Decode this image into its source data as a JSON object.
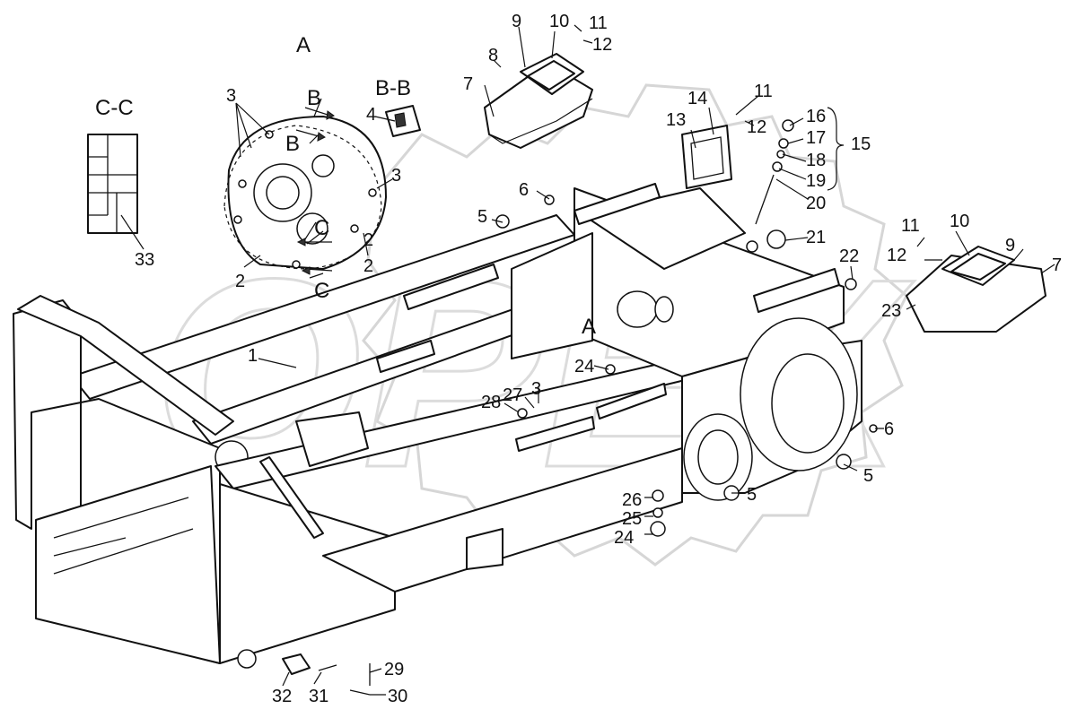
{
  "view_titles": {
    "detail_a": "A",
    "section_bb": "B-B",
    "section_cc": "C-C"
  },
  "section_marks": {
    "b_upper": "B",
    "b_lower": "B",
    "c_upper": "C",
    "c_lower": "C",
    "a_pointer": "A"
  },
  "callouts": {
    "p1": "1",
    "p2a": "2",
    "p2b": "2",
    "p2c": "2",
    "p3a": "3",
    "p3b": "3",
    "p3c": "3",
    "p4": "4",
    "p5a": "5",
    "p5b": "5",
    "p5c": "5",
    "p6a": "6",
    "p6b": "6",
    "p7a": "7",
    "p7b": "7",
    "p8": "8",
    "p9a": "9",
    "p9b": "9",
    "p10a": "10",
    "p10b": "10",
    "p11a": "11",
    "p11b": "11",
    "p11c": "11",
    "p12a": "12",
    "p12b": "12",
    "p12c": "12",
    "p13": "13",
    "p14": "14",
    "p15": "15",
    "p16": "16",
    "p17": "17",
    "p18": "18",
    "p19": "19",
    "p20": "20",
    "p21": "21",
    "p22": "22",
    "p23": "23",
    "p24a": "24",
    "p24b": "24",
    "p25": "25",
    "p26": "26",
    "p27": "27",
    "p28": "28",
    "p29": "29",
    "p30": "30",
    "p31": "31",
    "p32": "32",
    "p33": "33"
  },
  "watermark": {
    "text": "OPEX"
  }
}
